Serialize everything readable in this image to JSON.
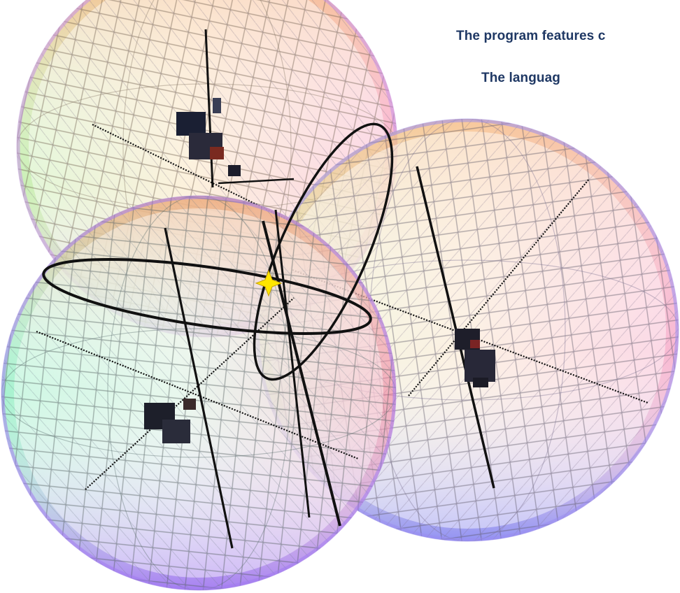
{
  "captions": {
    "line1": "The program features c",
    "line2": "The languag"
  },
  "colors": {
    "caption_text": "#1f3864",
    "wire_black": "#111111",
    "marker_star": "#ffe600"
  },
  "figure": {
    "sphere_count": 3,
    "spheres": [
      {
        "name": "sphere-top",
        "hue_gradient": [
          "#f6c37a",
          "#9be07a",
          "#f06fa9",
          "#b884f0"
        ]
      },
      {
        "name": "sphere-right",
        "hue_gradient": [
          "#f4b77b",
          "#c9e58a",
          "#f28fb4",
          "#9a8cf6"
        ]
      },
      {
        "name": "sphere-left",
        "hue_gradient": [
          "#f6b079",
          "#6ee8a4",
          "#f0789d",
          "#9d7cf2"
        ]
      }
    ],
    "center_marker": "star-icon"
  }
}
